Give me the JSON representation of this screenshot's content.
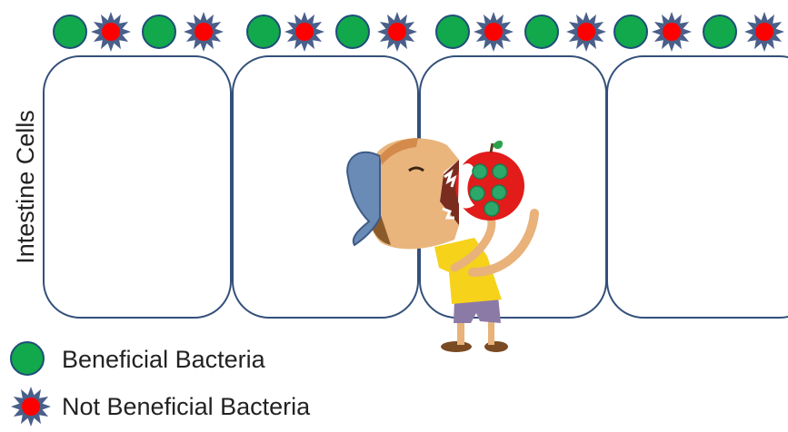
{
  "diagram": {
    "side_label": "Intestine Cells",
    "cell_count": 4,
    "bacteria_row_pattern": [
      "beneficial",
      "not-beneficial",
      "beneficial",
      "not-beneficial"
    ],
    "legend": [
      {
        "kind": "beneficial",
        "label": "Beneficial Bacteria"
      },
      {
        "kind": "not-beneficial",
        "label": "Not Beneficial Bacteria"
      }
    ],
    "illustration": "boy-eating-apple",
    "colors": {
      "beneficial_fill": "#12a84c",
      "beneficial_stroke": "#1f4e79",
      "star_fill": "#4a5f8a",
      "star_center": "#ff0000",
      "cell_stroke": "#33507a",
      "apple": "#e21b1b",
      "apple_dots": "#2ba86a"
    }
  }
}
